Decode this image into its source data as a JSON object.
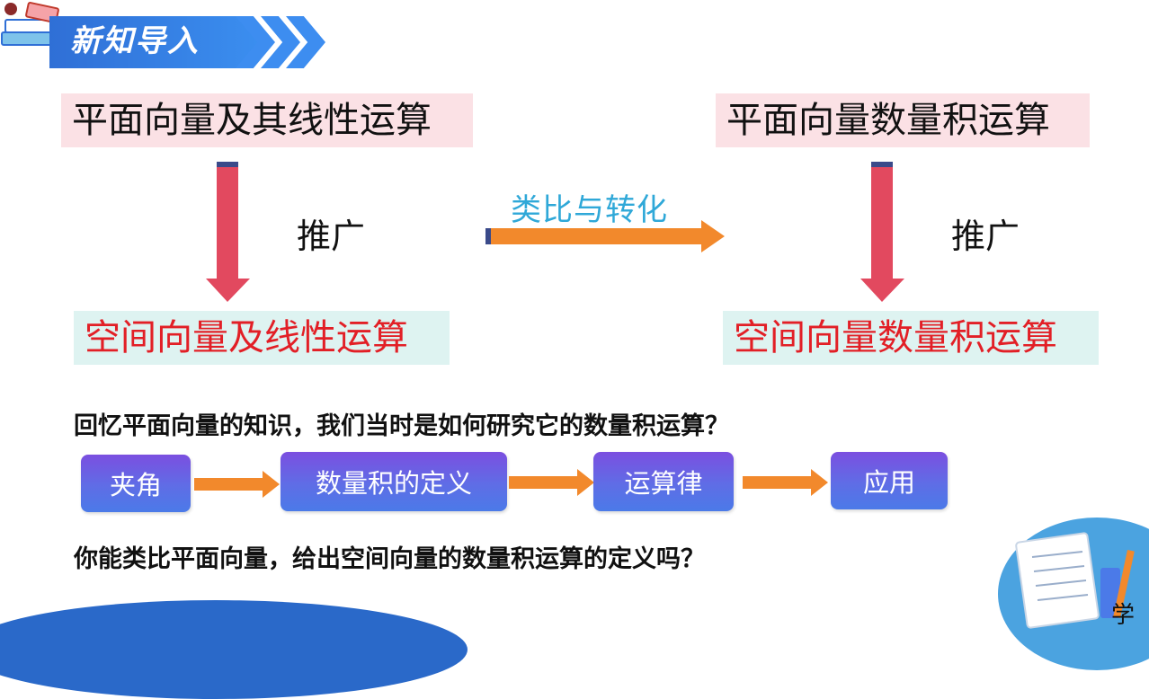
{
  "header": {
    "title": "新知导入"
  },
  "top_left_box": {
    "text": "平面向量及其线性运算"
  },
  "top_right_box": {
    "text": "平面向量数量积运算"
  },
  "bottom_left_box": {
    "text": "空间向量及线性运算"
  },
  "bottom_right_box": {
    "text": "空间向量数量积运算"
  },
  "left_arrow_label": "推广",
  "right_arrow_label": "推广",
  "middle_arrow_label": "类比与转化",
  "question1": "回忆平面向量的知识，我们当时是如何研究它的数量积运算？",
  "flow": [
    "夹角",
    "数量积的定义",
    "运算律",
    "应用"
  ],
  "question2": "你能类比平面向量，给出空间向量的数量积运算的定义吗？",
  "corner_text": "学",
  "colors": {
    "banner": "#2f6fd6",
    "pink_box": "#fbe1e5",
    "teal_box": "#def3f1",
    "red_text": "#e21f26",
    "down_arrow": "#e2495f",
    "orange_arrow": "#f2892c",
    "analogy_text": "#2fa8d8",
    "pill": "#6b5fe4"
  },
  "icons": [
    "books-icon",
    "down-arrow-icon",
    "right-arrow-icon",
    "math-notebook-icon"
  ]
}
